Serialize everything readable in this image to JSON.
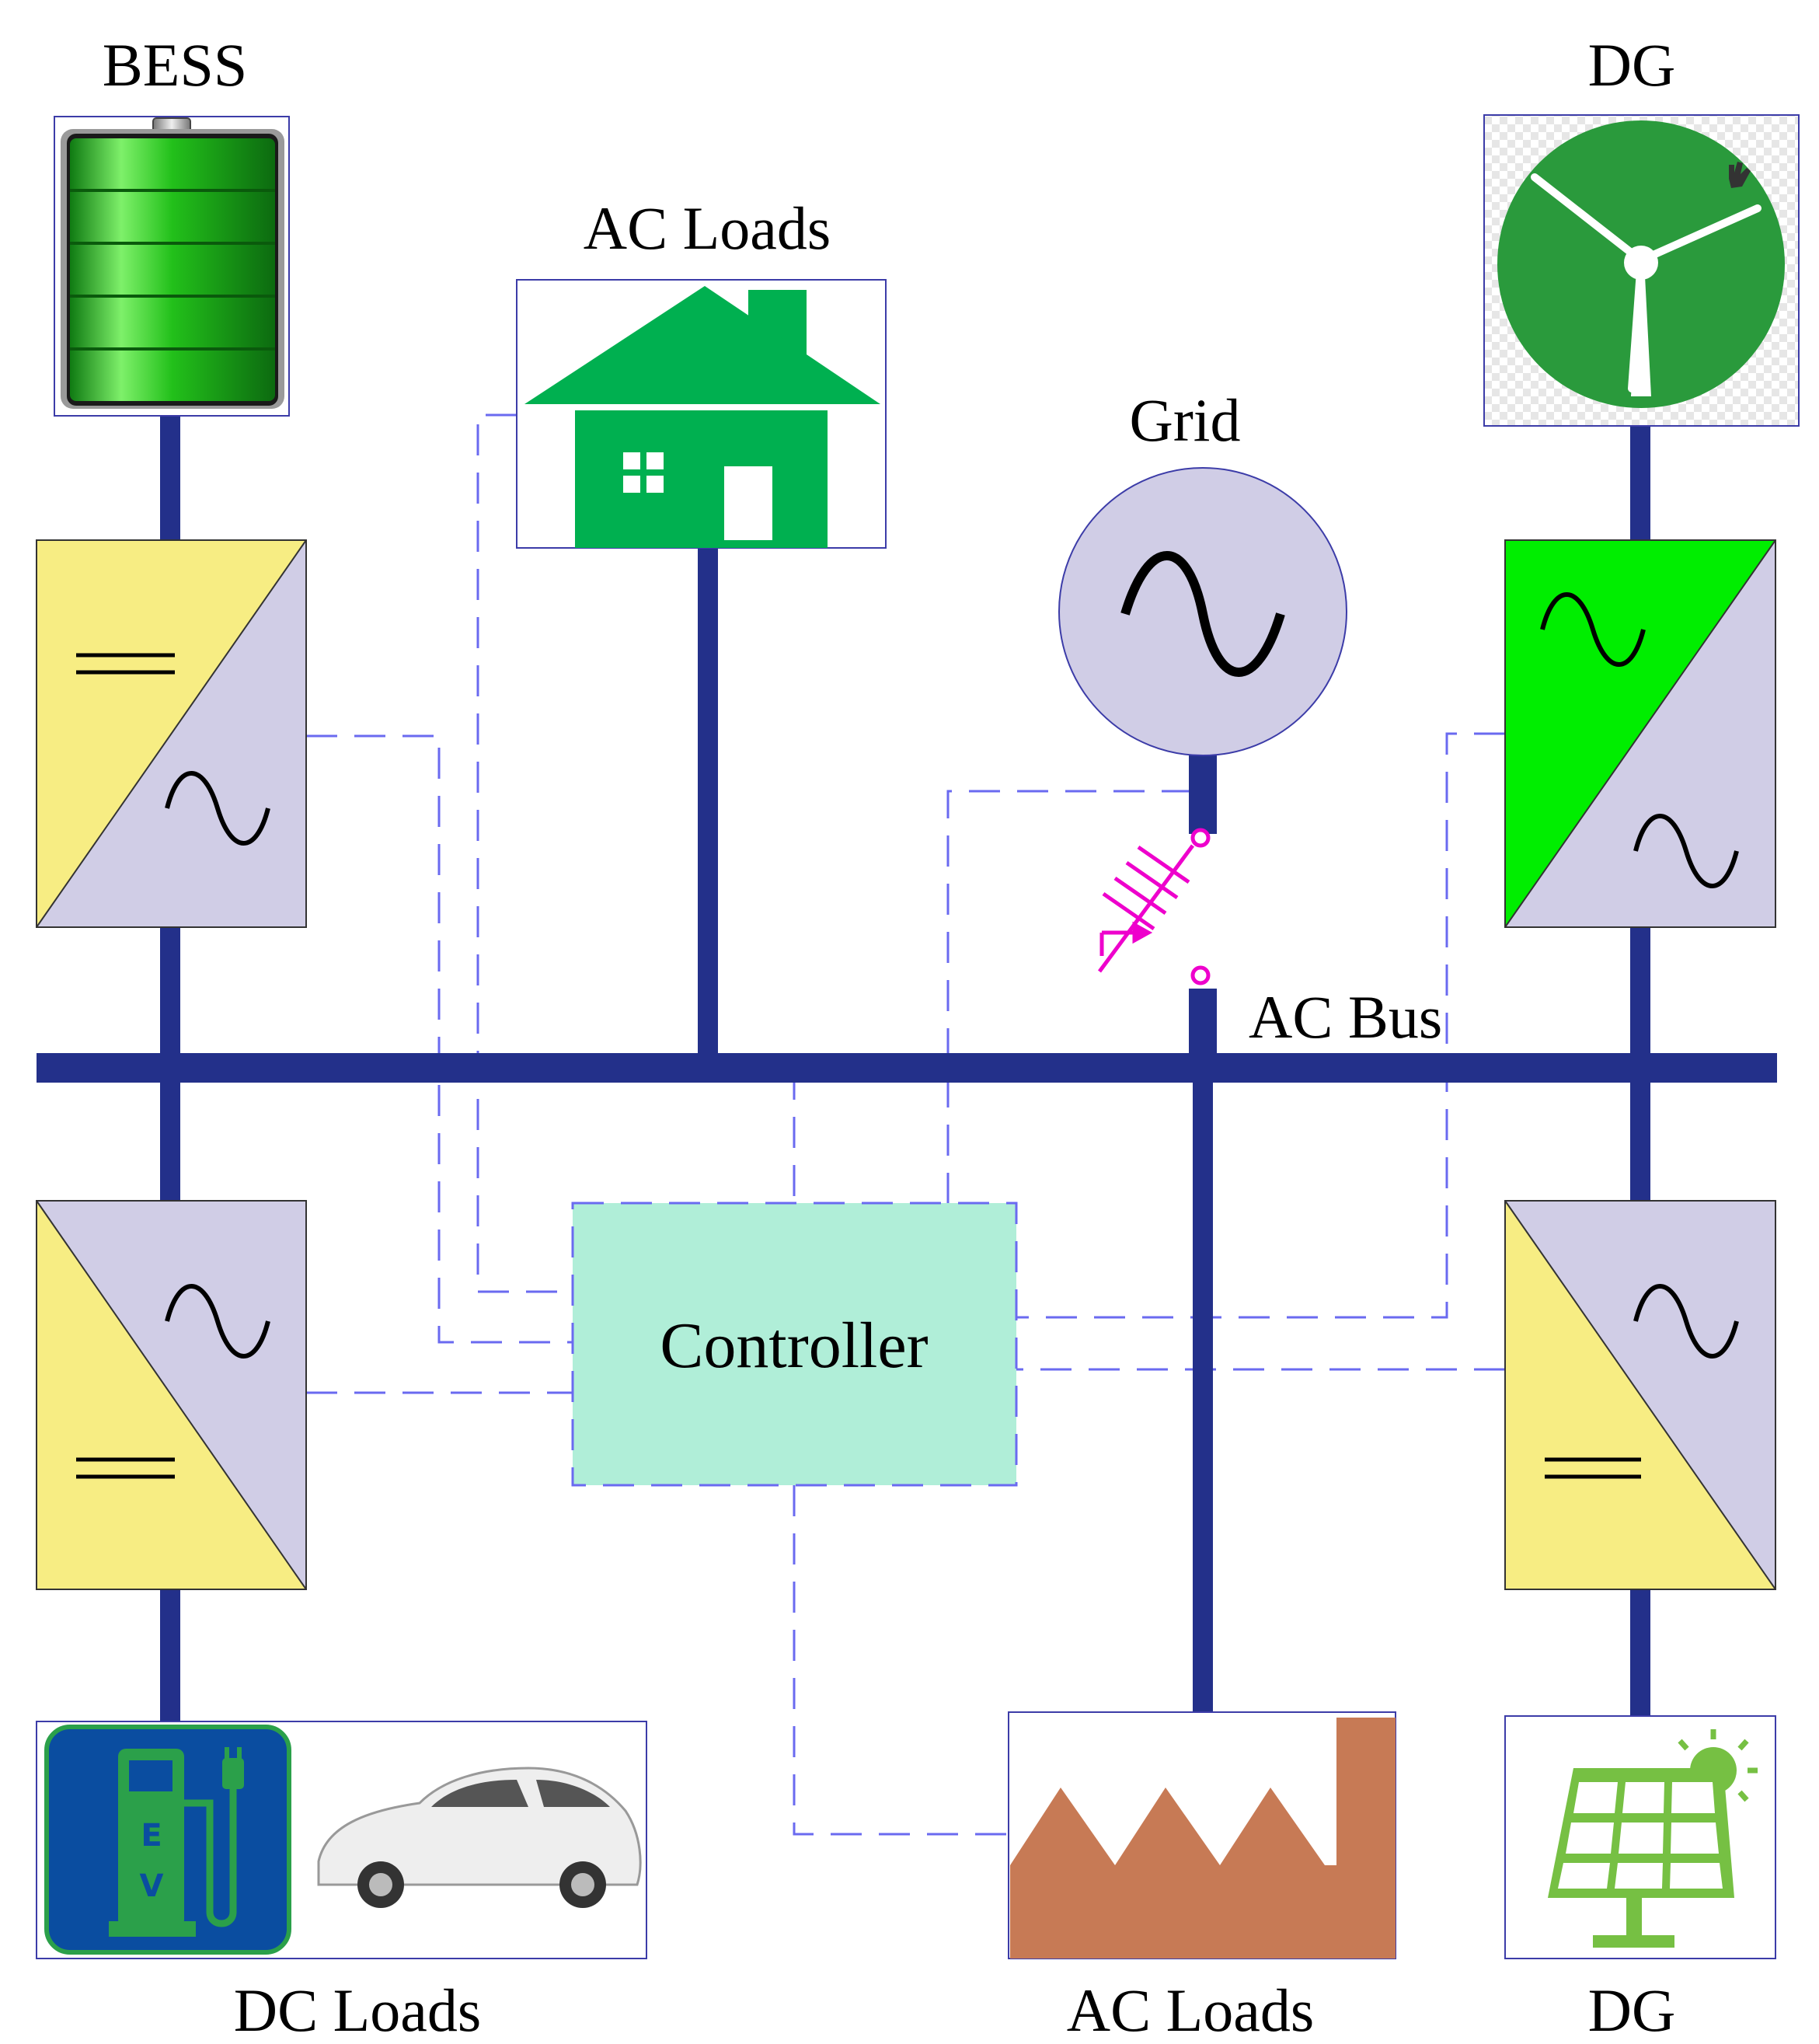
{
  "labels": {
    "bess": "BESS",
    "dg_top": "DG",
    "ac_loads_top": "AC Loads",
    "grid": "Grid",
    "ac_bus": "AC Bus",
    "controller": "Controller",
    "dc_loads": "DC Loads",
    "ac_loads_bottom": "AC Loads",
    "dg_bottom": "DG"
  },
  "colors": {
    "bus": "#23308a",
    "signal": "#6a6af0",
    "converter_yellow": "#f7ed83",
    "converter_lavender": "#d0cde6",
    "converter_green": "#00ee00",
    "controller_fill": "#b0eed8",
    "house_green": "#00b050",
    "battery_green": "#22c01a",
    "wind_green": "#2a9a3c",
    "solar_green": "#76c043",
    "factory_brown": "#c77a55",
    "ev_blue": "#0a4da0",
    "grid_fill": "#d0cde6",
    "breaker_magenta": "#ee00cc"
  },
  "icons": {
    "bess": "battery-icon",
    "dg_top": "wind-turbine-icon",
    "ac_loads_top": "house-icon",
    "grid": "ac-source-icon",
    "breaker": "circuit-breaker-icon",
    "dc_loads": "ev-charger-and-car-icon",
    "ac_loads_bottom": "factory-icon",
    "dg_bottom": "solar-panel-icon"
  }
}
